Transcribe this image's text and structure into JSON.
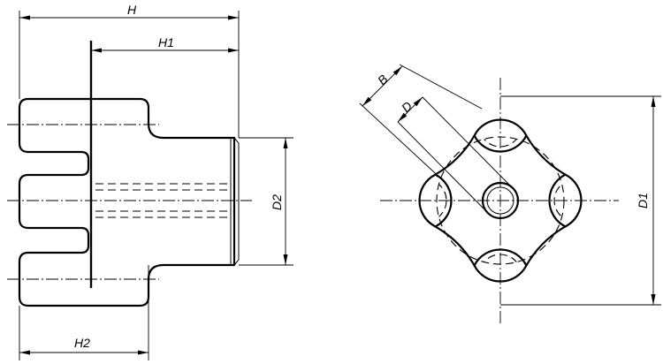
{
  "dimensions": {
    "H": "H",
    "H1": "H1",
    "H2": "H2",
    "D2": "D2",
    "B": "B",
    "D": "D",
    "D1": "D1"
  }
}
